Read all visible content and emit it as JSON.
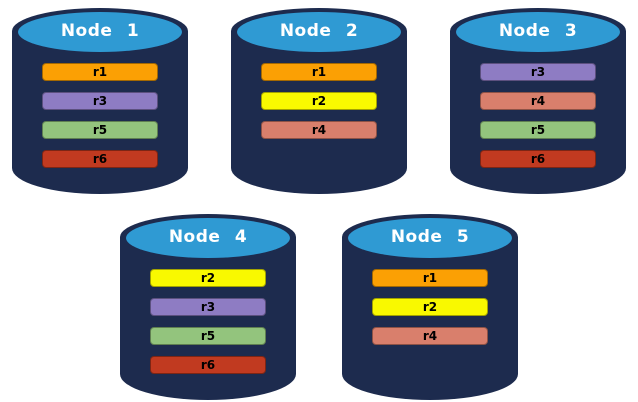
{
  "nodes": [
    {
      "label": "Node 1",
      "replicas": [
        "r1",
        "r3",
        "r5",
        "r6"
      ]
    },
    {
      "label": "Node 2",
      "replicas": [
        "r1",
        "r2",
        "r4"
      ]
    },
    {
      "label": "Node 3",
      "replicas": [
        "r3",
        "r4",
        "r5",
        "r6"
      ]
    },
    {
      "label": "Node 4",
      "replicas": [
        "r2",
        "r3",
        "r5",
        "r6"
      ]
    },
    {
      "label": "Node 5",
      "replicas": [
        "r1",
        "r2",
        "r4"
      ]
    }
  ],
  "colors": {
    "cylinder_body": "#1d2b4e",
    "cylinder_top": "#2f9ad3",
    "title_text": "#ffffff",
    "replica_text": "#000000",
    "replicas": {
      "r1": "#fba004",
      "r2": "#f9f900",
      "r3": "#8e7cc3",
      "r4": "#d97f6c",
      "r5": "#93c47d",
      "r6": "#c13a20"
    }
  }
}
